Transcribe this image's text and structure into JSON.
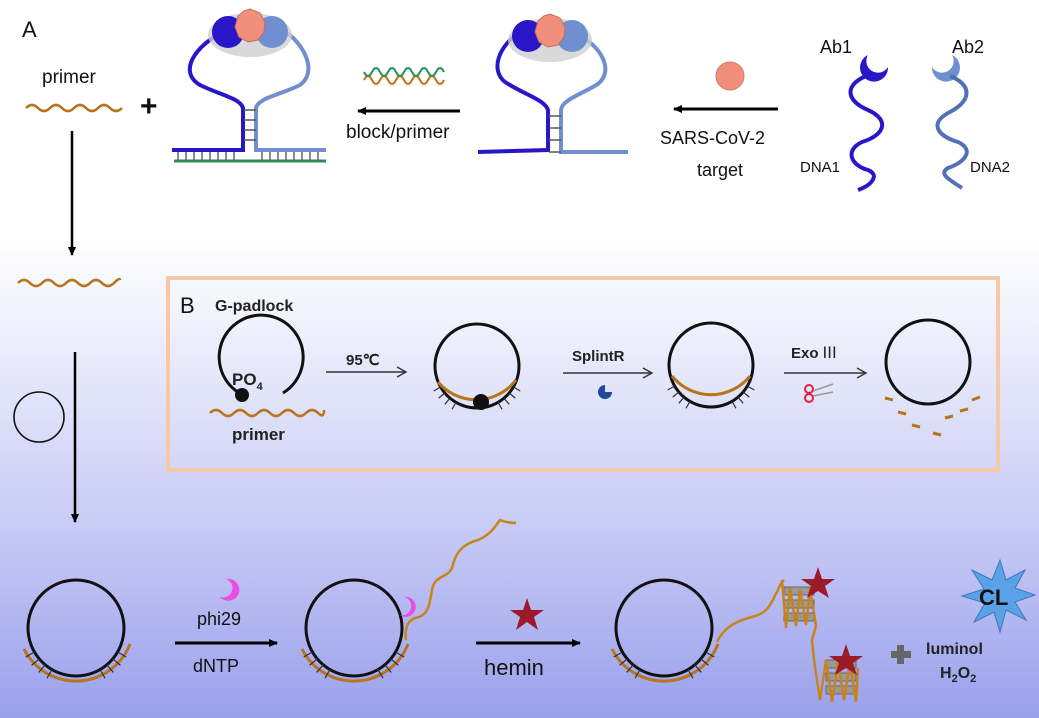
{
  "panel_a": {
    "label": "A",
    "primer_label": "primer",
    "plus": "+",
    "block_primer_label": "block/primer",
    "target_line1": "SARS-CoV-2",
    "target_line2": "target",
    "ab1": "Ab1",
    "ab2": "Ab2",
    "dna1": "DNA1",
    "dna2": "DNA2"
  },
  "panel_b": {
    "label": "B",
    "padlock_label": "G-padlock",
    "po4_label": "PO",
    "po4_sub": "4",
    "primer_label": "primer",
    "step1": "95℃",
    "step2": "SplintR",
    "step3_prefix": "Exo",
    "step3_roman": "III"
  },
  "bottom": {
    "enzyme": "phi29",
    "substrate": "dNTP",
    "hemin": "hemin",
    "plus": "+",
    "cl_label": "CL",
    "luminol": "luminol",
    "h2o2_h": "H",
    "h2o2_2a": "2",
    "h2o2_o": "O",
    "h2o2_2b": "2"
  },
  "colors": {
    "primer": "#b8741a",
    "block": "#2e8b57",
    "dna1": "#2a16c9",
    "dna2": "#6f8fd0",
    "target": "#f0907c",
    "star": "#9c1a2a",
    "phi29": "#e84de8",
    "splintr": "#1d4a9c",
    "scissors": "#e0203a",
    "cl_burst": "#5aa2e8",
    "box_border": "#f5c8a8"
  }
}
